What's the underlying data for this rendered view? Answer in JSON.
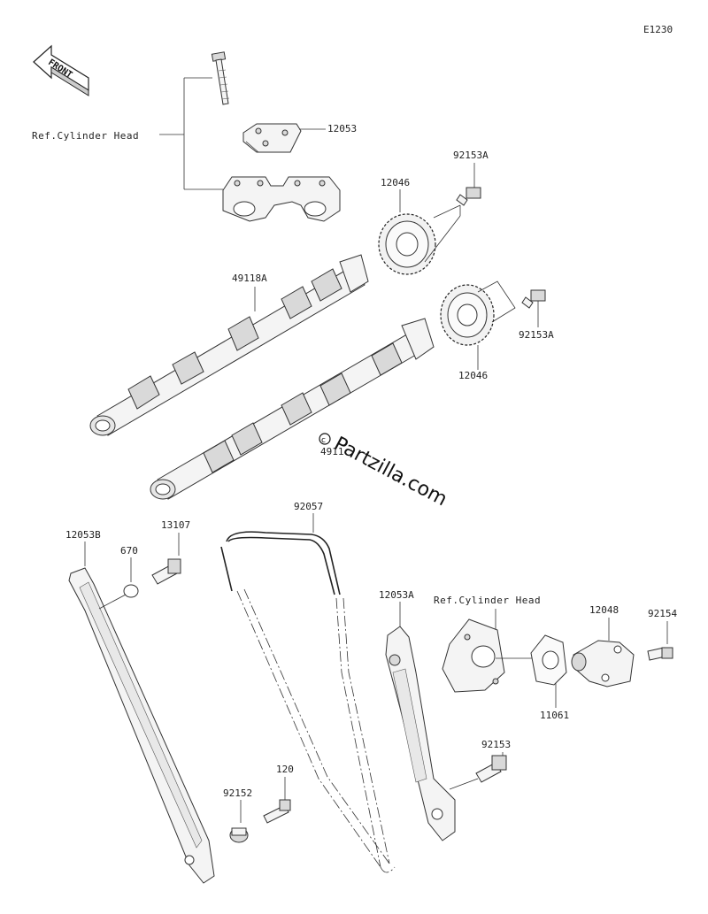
{
  "diagram_id": "E1230",
  "front_label": "FRONT",
  "watermark": "Partzilla.com",
  "ref_labels": {
    "top": "Ref.Cylinder Head",
    "bottom": "Ref.Cylinder Head"
  },
  "part_labels": {
    "p12053": "12053",
    "p92153A_top": "92153A",
    "p12046_top": "12046",
    "p49118A": "49118A",
    "p92153A_mid": "92153A",
    "p12046_mid": "12046",
    "p4911_partial": "4911",
    "p12053B": "12053B",
    "p670": "670",
    "p13107": "13107",
    "p92057": "92057",
    "p12053A": "12053A",
    "p12048": "12048",
    "p92154": "92154",
    "p11061": "11061",
    "p92153": "92153",
    "p120": "120",
    "p92152": "92152"
  }
}
